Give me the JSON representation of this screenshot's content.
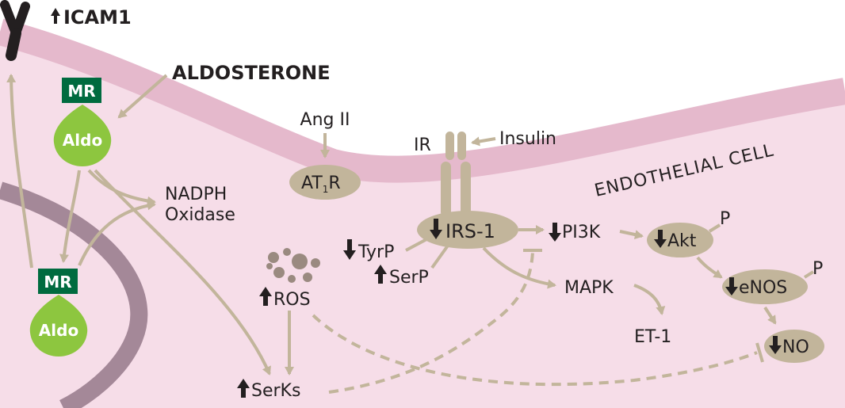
{
  "membrane_label": "ENDOTHELIAL CELL",
  "aldosterone": "ALDOSTERONE",
  "icam": "ICAM1",
  "mr": "MR",
  "aldo": "Aldo",
  "nadph": {
    "line1": "NADPH",
    "line2": "Oxidase"
  },
  "ang_ii": "Ang II",
  "at1r": {
    "main": "AT",
    "sub": "1",
    "end": "R"
  },
  "ir": "IR",
  "insulin": "Insulin",
  "irs1": "IRS-1",
  "tyrp": "TyrP",
  "serp": "SerP",
  "pi3k": "PI3K",
  "akt": "Akt",
  "enos": "eNOS",
  "phospho": "P",
  "mapk": "MAPK",
  "et1": "ET-1",
  "ros": "ROS",
  "serks": "SerKs",
  "no": "NO",
  "colors": {
    "cytoplasm": "#f6dde8",
    "membrane": "#e5b9cc",
    "nucleus": "#a48898",
    "node": "#c2b59b",
    "arrow": "#c2b59b",
    "mr_box": "#006b3f",
    "aldo_drop": "#8dc63f",
    "text": "#231f20"
  }
}
